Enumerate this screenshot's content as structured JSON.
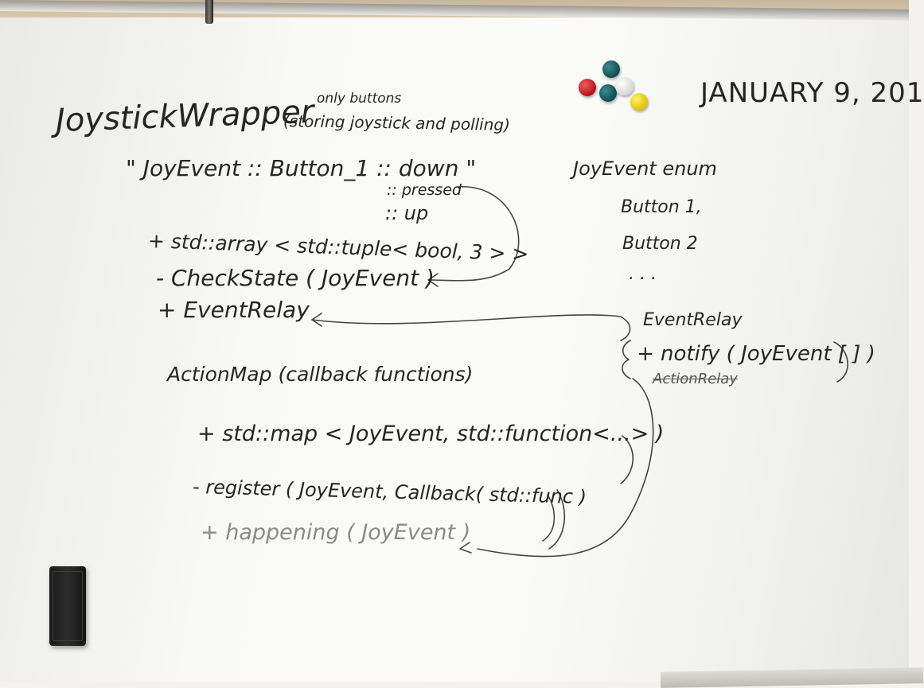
{
  "board": {
    "date": "JANUARY 9, 201",
    "title": "JoystickWrapper",
    "title_note_top": "only buttons",
    "title_note": "(storing joystick and polling)",
    "event_names": {
      "line": "\" JoyEvent :: Button_1 :: down \"",
      "pressed": ":: pressed",
      "up": ":: up"
    },
    "members": {
      "array": "+ std::array < std::tuple< bool, 3 > >",
      "check_state": "- CheckState ( JoyEvent )",
      "event_relay": "+ EventRelay"
    },
    "joyevent_enum": {
      "heading": "JoyEvent enum",
      "items": [
        "Button 1,",
        "Button 2",
        ". . ."
      ]
    },
    "event_relay_class": {
      "heading": "EventRelay",
      "notify": "+ notify ( JoyEvent [ ] )",
      "crossed": "ActionRelay"
    },
    "action_map": {
      "heading": "ActionMap (callback functions)",
      "map": "+ std::map < JoyEvent, std::function<...> )",
      "register": "- register ( JoyEvent, Callback( std::func )",
      "happening": "+ happening ( JoyEvent )"
    }
  },
  "colors": {
    "ink": "#252525",
    "faint_ink": "#8a8a8a",
    "board": "#f8f8f6"
  },
  "icons": [
    "magnet",
    "eraser",
    "clip"
  ]
}
